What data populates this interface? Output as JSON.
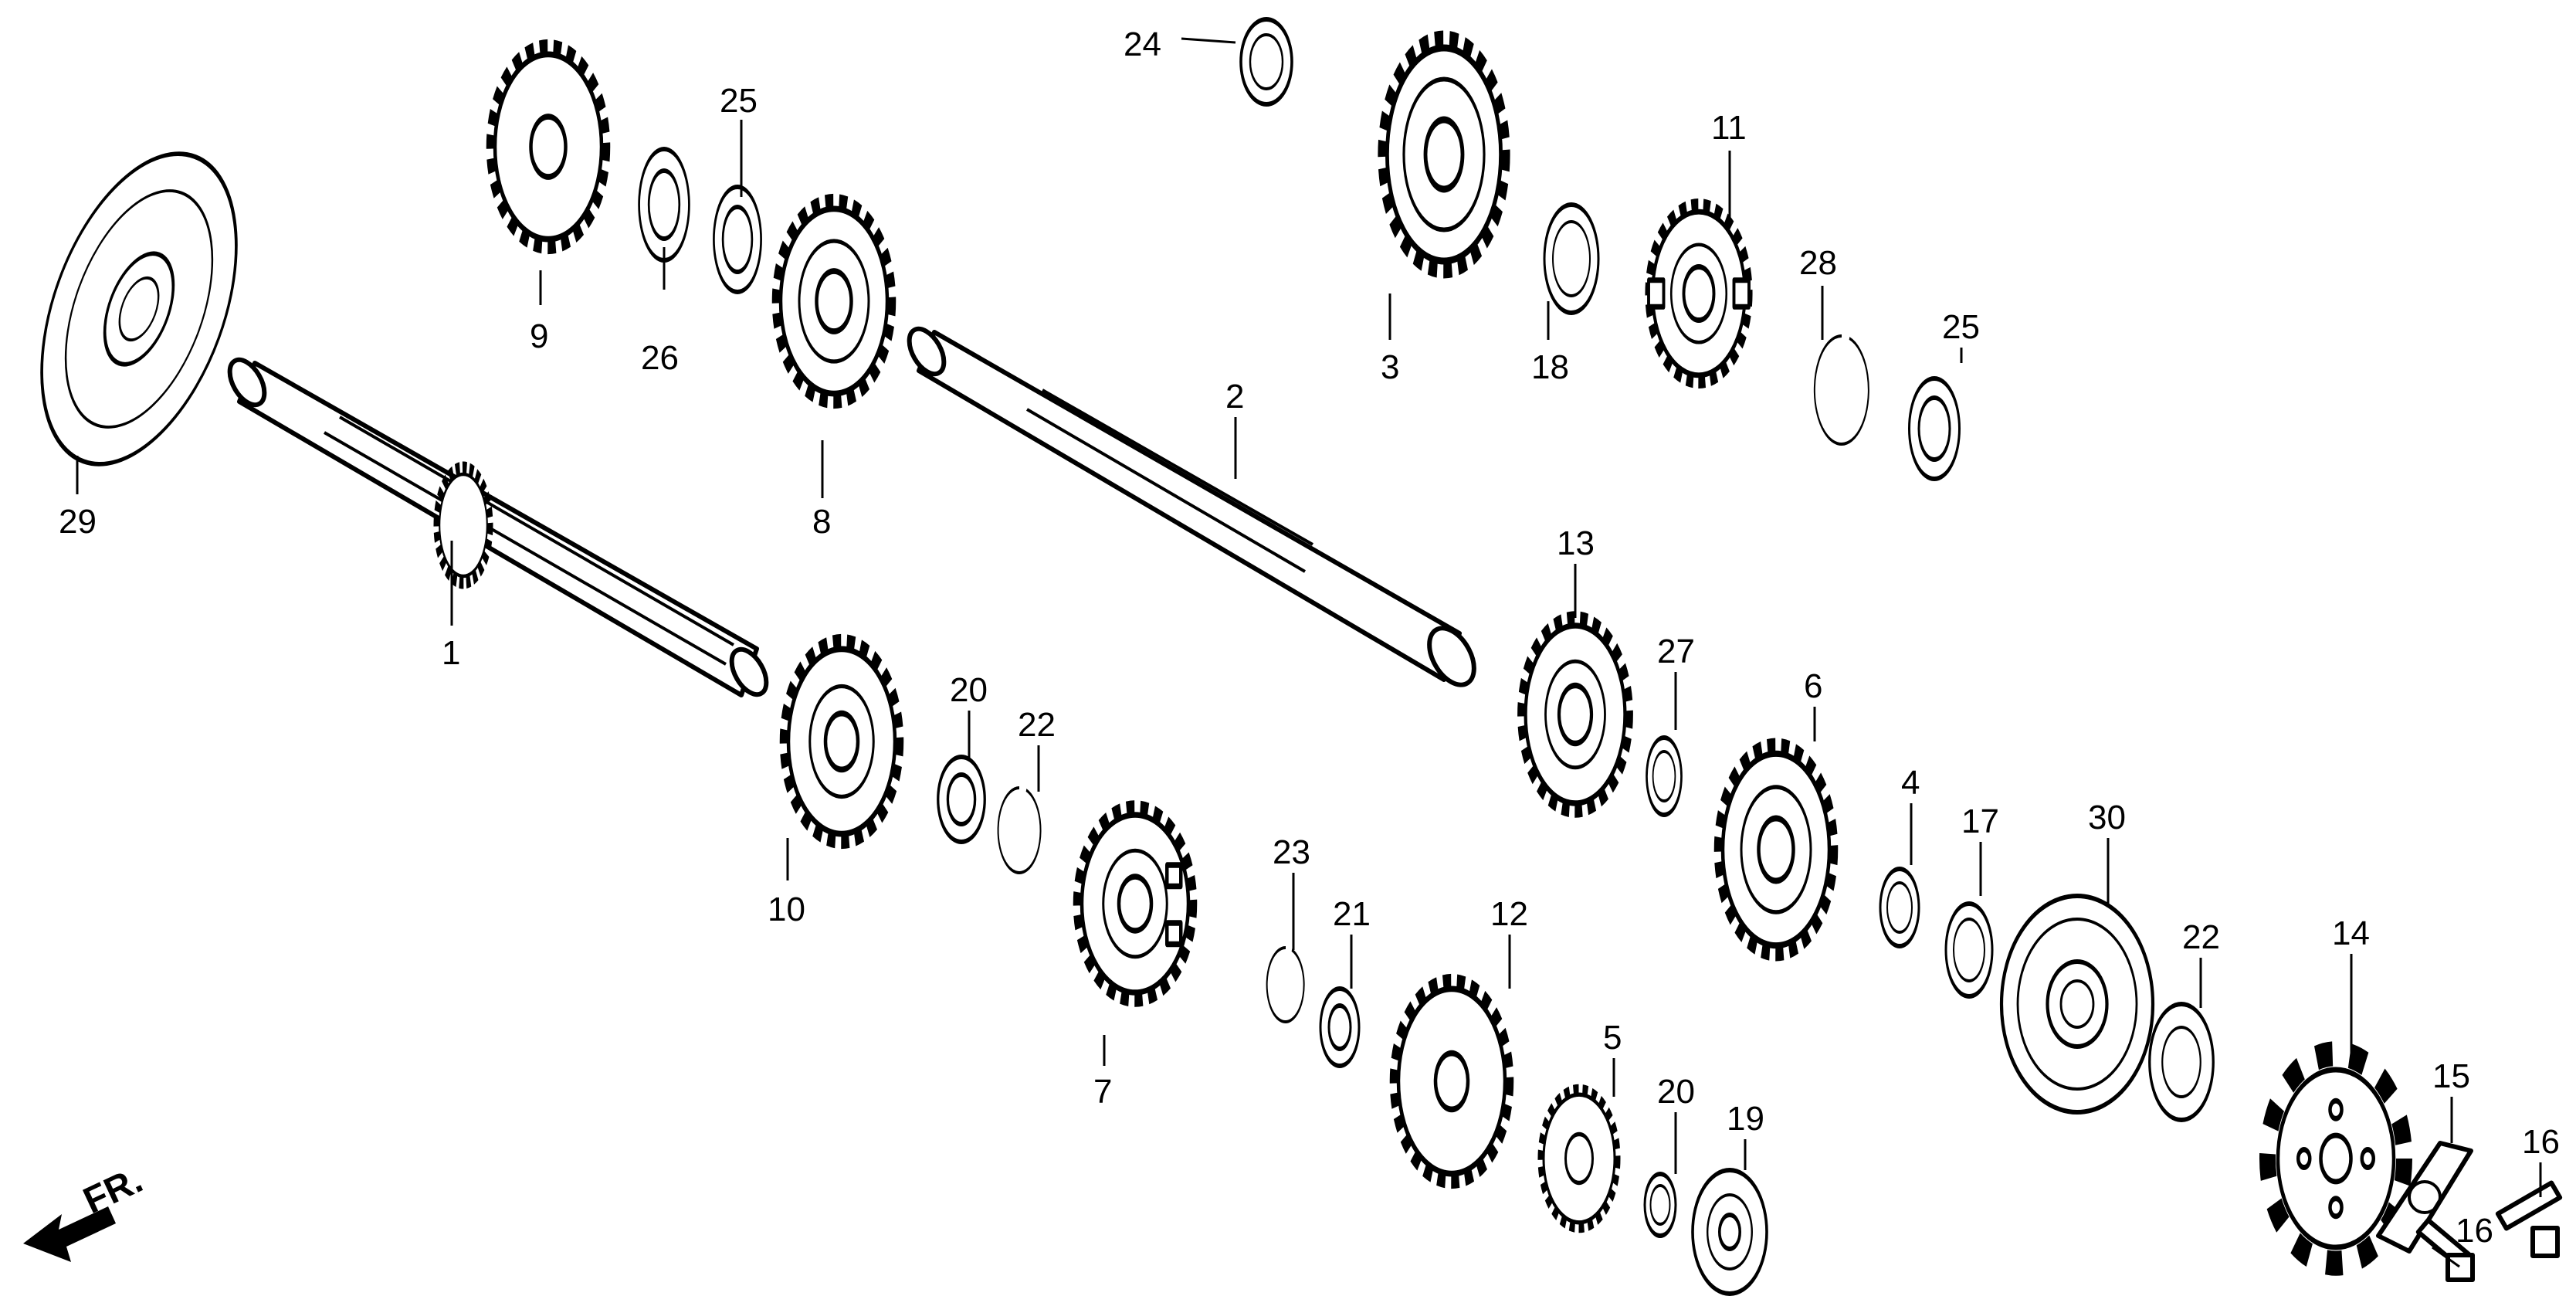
{
  "direction_marker": {
    "label": "FR."
  },
  "callouts": [
    {
      "id": "c1",
      "text": "1"
    },
    {
      "id": "c2",
      "text": "2"
    },
    {
      "id": "c3",
      "text": "3"
    },
    {
      "id": "c4",
      "text": "4"
    },
    {
      "id": "c5",
      "text": "5"
    },
    {
      "id": "c6",
      "text": "6"
    },
    {
      "id": "c7",
      "text": "7"
    },
    {
      "id": "c8",
      "text": "8"
    },
    {
      "id": "c9",
      "text": "9"
    },
    {
      "id": "c10",
      "text": "10"
    },
    {
      "id": "c11",
      "text": "11"
    },
    {
      "id": "c12",
      "text": "12"
    },
    {
      "id": "c13",
      "text": "13"
    },
    {
      "id": "c14",
      "text": "14"
    },
    {
      "id": "c15",
      "text": "15"
    },
    {
      "id": "c16a",
      "text": "16"
    },
    {
      "id": "c16b",
      "text": "16"
    },
    {
      "id": "c17",
      "text": "17"
    },
    {
      "id": "c18",
      "text": "18"
    },
    {
      "id": "c19",
      "text": "19"
    },
    {
      "id": "c20a",
      "text": "20"
    },
    {
      "id": "c20b",
      "text": "20"
    },
    {
      "id": "c21",
      "text": "21"
    },
    {
      "id": "c22a",
      "text": "22"
    },
    {
      "id": "c22b",
      "text": "22"
    },
    {
      "id": "c23",
      "text": "23"
    },
    {
      "id": "c24",
      "text": "24"
    },
    {
      "id": "c25a",
      "text": "25"
    },
    {
      "id": "c25b",
      "text": "25"
    },
    {
      "id": "c26",
      "text": "26"
    },
    {
      "id": "c27",
      "text": "27"
    },
    {
      "id": "c28",
      "text": "28"
    },
    {
      "id": "c29",
      "text": "29"
    },
    {
      "id": "c30",
      "text": "30"
    }
  ]
}
